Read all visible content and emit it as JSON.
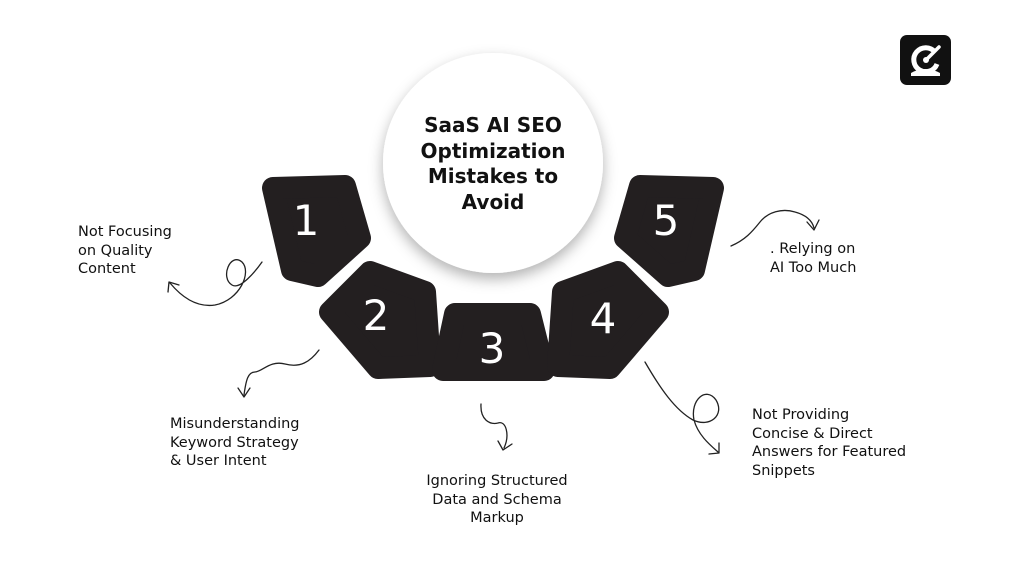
{
  "title_lines": [
    "SaaS AI SEO",
    "Optimization",
    "Mistakes to",
    "Avoid"
  ],
  "steps": [
    {
      "number": "1",
      "label_lines": [
        "Not Focusing",
        "on Quality",
        "Content"
      ]
    },
    {
      "number": "2",
      "label_lines": [
        "Misunderstanding",
        "Keyword Strategy",
        "& User Intent"
      ]
    },
    {
      "number": "3",
      "label_lines": [
        "Ignoring Structured",
        "Data and Schema",
        "Markup"
      ]
    },
    {
      "number": "4",
      "label_lines": [
        "Not Providing",
        "Concise & Direct",
        "Answers for Featured",
        "Snippets"
      ]
    },
    {
      "number": "5",
      "label_lines": [
        ". Relying on",
        "AI Too Much"
      ]
    }
  ],
  "logo": {
    "icon": "gauge-logo-icon"
  },
  "colors": {
    "segment": "#231f20",
    "background": "#ffffff",
    "text": "#111111"
  }
}
